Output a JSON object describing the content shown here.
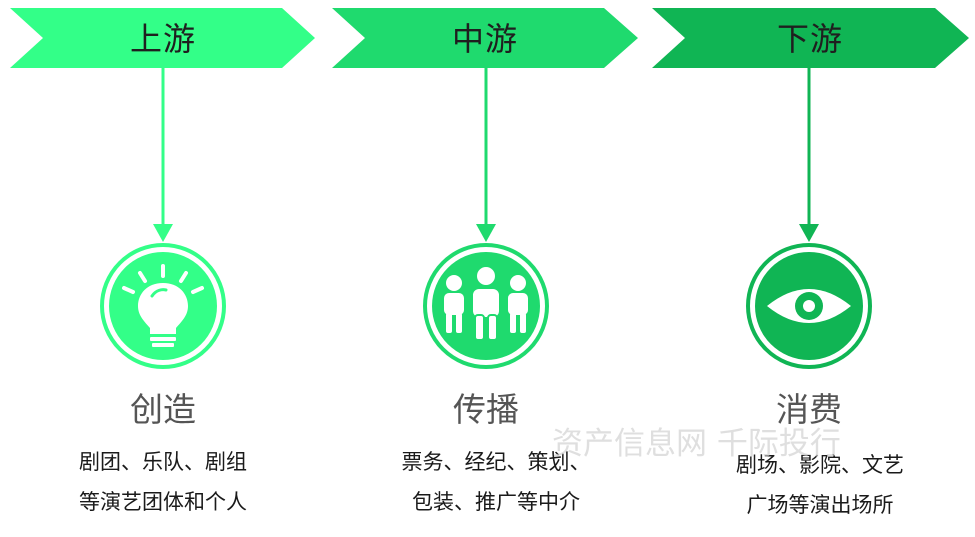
{
  "colors": {
    "upstream": "#33ff88",
    "midstream": "#1fda6e",
    "downstream": "#10b554",
    "icon_fill": "#ffffff"
  },
  "stages": [
    {
      "label": "上游",
      "icon": "lightbulb-icon",
      "title": "创造",
      "desc_lines": [
        "剧团、乐队、剧组",
        "等演艺团体和个人"
      ]
    },
    {
      "label": "中游",
      "icon": "people-group-icon",
      "title": "传播",
      "desc_lines": [
        "票务、经纪、策划、",
        "包装、推广等中介"
      ]
    },
    {
      "label": "下游",
      "icon": "eye-icon",
      "title": "消费",
      "desc_lines": [
        "剧场、影院、文艺",
        "广场等演出场所"
      ]
    }
  ],
  "watermark": "资产信息网 千际投行"
}
